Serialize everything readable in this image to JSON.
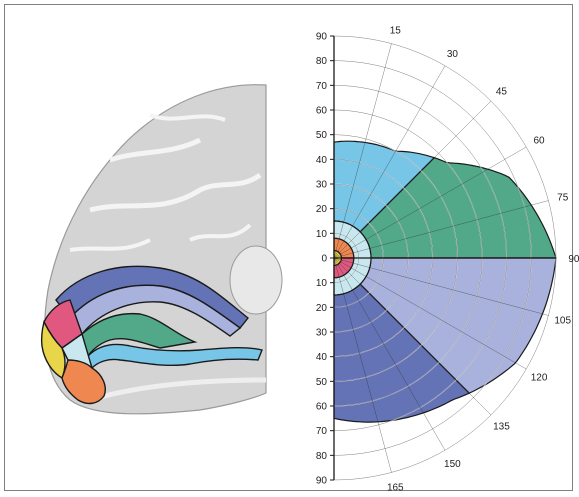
{
  "regions": [
    {
      "name": "upper-quadrant-outer",
      "color": "#77c6e8"
    },
    {
      "name": "upper-quadrant-inner",
      "color": "#52a98a"
    },
    {
      "name": "lower-quadrant-inner",
      "color": "#a9b2dc"
    },
    {
      "name": "lower-quadrant-outer",
      "color": "#6473b6"
    },
    {
      "name": "fovea",
      "color": "#e9d54a"
    },
    {
      "name": "parafovea-upper",
      "color": "#ef8750"
    },
    {
      "name": "parafovea-lower",
      "color": "#e05880"
    },
    {
      "name": "perifovea",
      "color": "#c8e7ee"
    }
  ],
  "eccentricity_labels_upper": [
    "90",
    "80",
    "70",
    "60",
    "50",
    "40",
    "30",
    "20",
    "10",
    "0"
  ],
  "eccentricity_labels_lower": [
    "10",
    "20",
    "30",
    "40",
    "50",
    "60",
    "70",
    "80",
    "90"
  ],
  "angle_labels": [
    "15",
    "30",
    "45",
    "60",
    "75",
    "90",
    "105",
    "120",
    "135",
    "150",
    "165"
  ]
}
